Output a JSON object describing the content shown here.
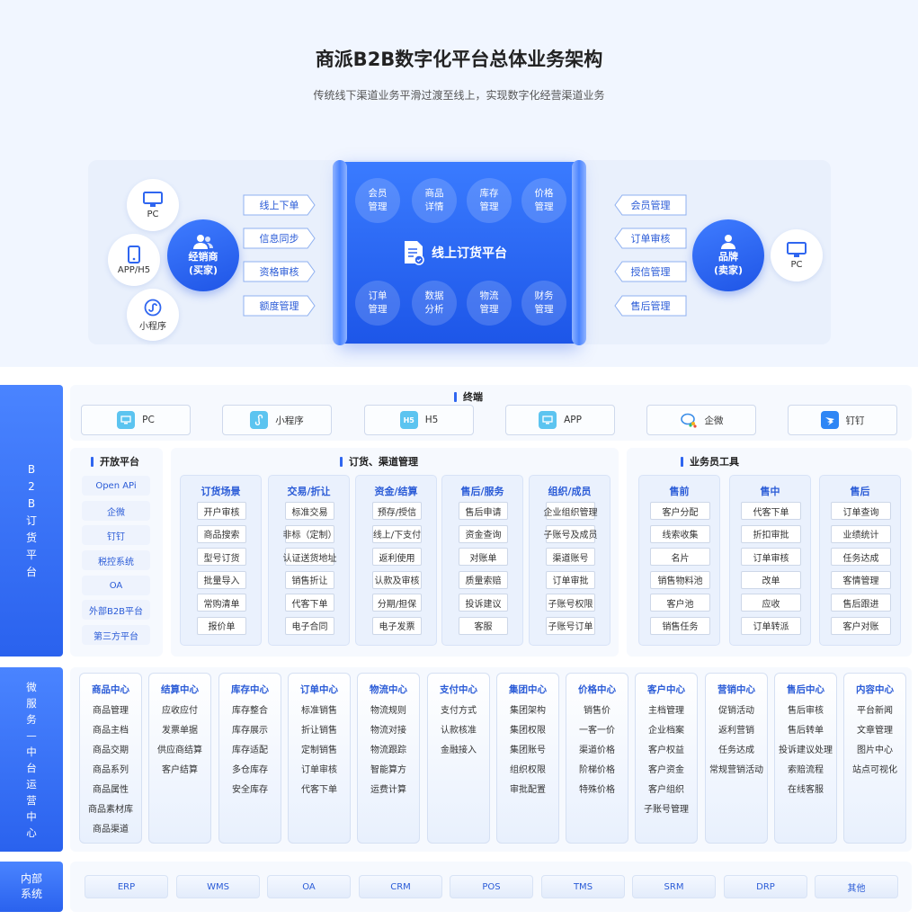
{
  "header": {
    "title": "商派B2B数字化平台总体业务架构",
    "subtitle": "传统线下渠道业务平滑过渡至线上，实现数字化经营渠道业务"
  },
  "hero": {
    "left_clients": [
      "PC",
      "APP/H5",
      "小程序"
    ],
    "buyer": {
      "line1": "经销商",
      "line2": "(买家)"
    },
    "left_arrows": [
      "线上下单",
      "信息同步",
      "资格审核",
      "额度管理"
    ],
    "platform_title": "线上订货平台",
    "top_circles": [
      [
        "会员",
        "管理"
      ],
      [
        "商品",
        "详情"
      ],
      [
        "库存",
        "管理"
      ],
      [
        "价格",
        "管理"
      ]
    ],
    "bottom_circles": [
      [
        "订单",
        "管理"
      ],
      [
        "数据",
        "分析"
      ],
      [
        "物流",
        "管理"
      ],
      [
        "财务",
        "管理"
      ]
    ],
    "right_arrows": [
      "会员管理",
      "订单审核",
      "授信管理",
      "售后管理"
    ],
    "seller": {
      "line1": "品牌",
      "line2": "(卖家)"
    },
    "right_client": "PC"
  },
  "b2b": {
    "side_label": "B\n2\nB\n订\n货\n平\n台",
    "terminal_title": "终端",
    "terminals": [
      {
        "label": "PC",
        "icon": "pc-icon",
        "color": "#5cc4f0"
      },
      {
        "label": "小程序",
        "icon": "miniprogram-icon",
        "color": "#5cc4f0"
      },
      {
        "label": "H5",
        "icon": "h5-icon",
        "color": "#5cc4f0"
      },
      {
        "label": "APP",
        "icon": "app-icon",
        "color": "#5cc4f0"
      },
      {
        "label": "企微",
        "icon": "wecom-icon",
        "color": "#ffffff"
      },
      {
        "label": "钉钉",
        "icon": "dingtalk-icon",
        "color": "#2e86f5"
      }
    ],
    "open_title": "开放平台",
    "open_items": [
      "Open APi",
      "企微",
      "钉钉",
      "税控系统",
      "OA",
      "外部B2B平台",
      "第三方平台"
    ],
    "order_title": "订货、渠道管理",
    "order_cols": [
      {
        "title": "订货场景",
        "items": [
          "开户审核",
          "商品搜索",
          "型号订货",
          "批量导入",
          "常购清单",
          "报价单"
        ]
      },
      {
        "title": "交易/折让",
        "items": [
          "标准交易",
          "非标（定制）",
          "认证送货地址",
          "销售折让",
          "代客下单",
          "电子合同"
        ]
      },
      {
        "title": "资金/结算",
        "items": [
          "预存/授信",
          "线上/下支付",
          "返利使用",
          "认款及审核",
          "分期/担保",
          "电子发票"
        ]
      },
      {
        "title": "售后/服务",
        "items": [
          "售后申请",
          "资金查询",
          "对账单",
          "质量索赔",
          "投诉建议",
          "客服"
        ]
      },
      {
        "title": "组织/成员",
        "items": [
          "企业组织管理",
          "子账号及成员",
          "渠道账号",
          "订单审批",
          "子账号权限",
          "子账号订单"
        ]
      }
    ],
    "sales_title": "业务员工具",
    "sales_cols": [
      {
        "title": "售前",
        "items": [
          "客户分配",
          "线索收集",
          "名片",
          "销售物料池",
          "客户池",
          "销售任务"
        ]
      },
      {
        "title": "售中",
        "items": [
          "代客下单",
          "折扣审批",
          "订单审核",
          "改单",
          "应收",
          "订单转派"
        ]
      },
      {
        "title": "售后",
        "items": [
          "订单查询",
          "业绩统计",
          "任务达成",
          "客情管理",
          "售后跟进",
          "客户对账"
        ]
      }
    ]
  },
  "micro": {
    "side_label": "微\n服\n务\n—\n中\n台\n运\n营\n中\n心",
    "cols": [
      {
        "title": "商品中心",
        "items": [
          "商品管理",
          "商品主档",
          "商品交期",
          "商品系列",
          "商品属性",
          "商品素材库",
          "商品渠道"
        ]
      },
      {
        "title": "结算中心",
        "items": [
          "应收应付",
          "发票单据",
          "供应商结算",
          "客户结算"
        ]
      },
      {
        "title": "库存中心",
        "items": [
          "库存整合",
          "库存展示",
          "库存适配",
          "多仓库存",
          "安全库存"
        ]
      },
      {
        "title": "订单中心",
        "items": [
          "标准销售",
          "折让销售",
          "定制销售",
          "订单审核",
          "代客下单"
        ]
      },
      {
        "title": "物流中心",
        "items": [
          "物流规则",
          "物流对接",
          "物流跟踪",
          "智能算方",
          "运费计算"
        ]
      },
      {
        "title": "支付中心",
        "items": [
          "支付方式",
          "认款核准",
          "金融接入"
        ]
      },
      {
        "title": "集团中心",
        "items": [
          "集团架构",
          "集团权限",
          "集团账号",
          "组织权限",
          "审批配置"
        ]
      },
      {
        "title": "价格中心",
        "items": [
          "销售价",
          "一客一价",
          "渠道价格",
          "阶梯价格",
          "特殊价格"
        ]
      },
      {
        "title": "客户中心",
        "items": [
          "主档管理",
          "企业档案",
          "客户权益",
          "客户资金",
          "客户组织",
          "子账号管理"
        ]
      },
      {
        "title": "营销中心",
        "items": [
          "促销活动",
          "返利营销",
          "任务达成",
          "常规营销活动"
        ]
      },
      {
        "title": "售后中心",
        "items": [
          "售后审核",
          "售后转单",
          "投诉建议处理",
          "索赔流程",
          "在线客服"
        ]
      },
      {
        "title": "内容中心",
        "items": [
          "平台新闻",
          "文章管理",
          "图片中心",
          "站点可视化"
        ]
      }
    ]
  },
  "internal": {
    "side_label": "内部\n系统",
    "systems": [
      "ERP",
      "WMS",
      "OA",
      "CRM",
      "POS",
      "TMS",
      "SRM",
      "DRP",
      "其他"
    ]
  },
  "colors": {
    "accent": "#2f66f0",
    "panel": "#1d56e8"
  }
}
